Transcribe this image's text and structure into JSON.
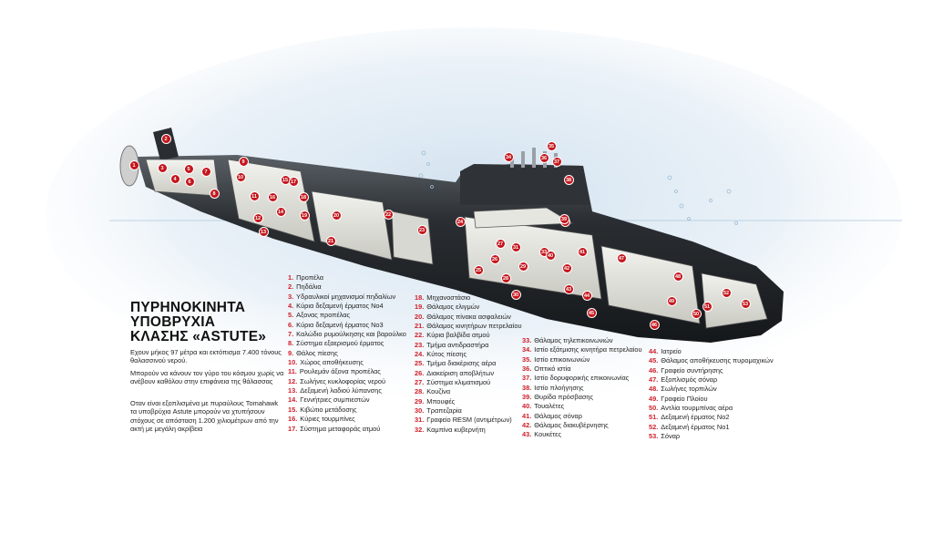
{
  "title_lines": [
    "ΠΥΡΗΝΟΚΙΝΗΤΑ",
    "ΥΠΟΒΡΥΧΙΑ",
    "ΚΛΑΣΗΣ «ASTUTE»"
  ],
  "descriptions": [
    "Εχουν μήκος 97 μέτρα και εκτόπισμα 7.400 τόνους θαλασσινού νερού.",
    "Μπορούν να κάνουν τον γύρο του κόσμου χωρίς να ανέβουν καθόλου στην επιφάνεια της θάλασσας",
    "Οταν είναι εξοπλισμένα με πυραύλους Tomahawk τα υποβρύχια Astute μπορούν να χτυπήσουν στόχους σε απόσταση 1.200 χιλιομέτρων από την ακτή με μεγάλη ακρίβεια"
  ],
  "legend_columns": [
    [
      {
        "n": "1.",
        "t": "Προπέλα"
      },
      {
        "n": "2.",
        "t": "Πηδάλια"
      },
      {
        "n": "3.",
        "t": "Υδραυλικοί μηχανισμοί πηδαλίων"
      },
      {
        "n": "4.",
        "t": "Κύρια δεξαμενή έρματος No4"
      },
      {
        "n": "5.",
        "t": "Αξονας προπέλας"
      },
      {
        "n": "6.",
        "t": "Κύρια δεξαμενή έρματος No3"
      },
      {
        "n": "7.",
        "t": "Καλώδιο ρυμούλκησης και βαρούλκο"
      },
      {
        "n": "8.",
        "t": "Σύστημα εξαερισμού έρματος"
      },
      {
        "n": "9.",
        "t": "Θάλος πίεσης"
      },
      {
        "n": "10.",
        "t": "Χώρος αποθήκευσης"
      },
      {
        "n": "11.",
        "t": "Ρουλεμάν άξονα προπέλας"
      },
      {
        "n": "12.",
        "t": "Σωλήνες κυκλοφορίας νερού"
      },
      {
        "n": "13.",
        "t": "Δεξαμενή λαδιού λύπανσης"
      },
      {
        "n": "14.",
        "t": "Γεννήτριες συμπιεστών"
      },
      {
        "n": "15.",
        "t": "Κιβώτιο μετάδοσης"
      },
      {
        "n": "16.",
        "t": "Κύριες τουρμπίνες"
      },
      {
        "n": "17.",
        "t": "Σύστημα μεταφοράς ατμού"
      }
    ],
    [
      {
        "n": "18.",
        "t": "Μηχανοστάσιο"
      },
      {
        "n": "19.",
        "t": "Θάλαμος ελιγμών"
      },
      {
        "n": "20.",
        "t": "Θάλαμος πίνακα ασφαλειών"
      },
      {
        "n": "21.",
        "t": "Θάλαμος κινητήρων πετρελαίου"
      },
      {
        "n": "22.",
        "t": "Κύρια βαλβίδα ατμού"
      },
      {
        "n": "23.",
        "t": "Τμήμα αντιδραστήρα"
      },
      {
        "n": "24.",
        "t": "Κύτος πίεσης"
      },
      {
        "n": "25.",
        "t": "Τμήμα διακέρισης αέρα"
      },
      {
        "n": "26.",
        "t": "Διακείριση αποβλήτων"
      },
      {
        "n": "27.",
        "t": "Σύστημα κλιματισμού"
      },
      {
        "n": "28.",
        "t": "Κουζίνα"
      },
      {
        "n": "29.",
        "t": "Μπουφές"
      },
      {
        "n": "30.",
        "t": "Τραπεζαρία"
      },
      {
        "n": "31.",
        "t": "Γραφείο RESM (αντιμέτρων)"
      },
      {
        "n": "32.",
        "t": "Καμπίνα κυβερνήτη"
      }
    ],
    [
      {
        "n": "33.",
        "t": "Θάλαμος τηλεπικοινωνιών"
      },
      {
        "n": "34.",
        "t": "Ιστίο εξάτμισης κινητήρα πετρελαίου"
      },
      {
        "n": "35.",
        "t": "Ιστίο επικοινωνιών"
      },
      {
        "n": "36.",
        "t": "Οπτικό ιστία"
      },
      {
        "n": "37.",
        "t": "Ιστίο δορυφορικής επικοινωνίας"
      },
      {
        "n": "38.",
        "t": "Ιστίο πλοήγησης"
      },
      {
        "n": "39.",
        "t": "Θυρίδα πρόσβασης"
      },
      {
        "n": "40.",
        "t": "Τουαλέτες"
      },
      {
        "n": "41.",
        "t": "Θάλαμος σόναρ"
      },
      {
        "n": "42.",
        "t": "Θάλαμος διακυβέρνησης"
      },
      {
        "n": "43.",
        "t": "Κουκέτες"
      }
    ],
    [
      {
        "n": "44.",
        "t": "Ιατρείο"
      },
      {
        "n": "45.",
        "t": "Θάλαμος αποθήκευσης πυρομαχικών"
      },
      {
        "n": "46.",
        "t": "Γραφείο συντήρησης"
      },
      {
        "n": "47.",
        "t": "Εξοπλισμός σόναρ"
      },
      {
        "n": "48.",
        "t": "Σωλήνες τορπιλών"
      },
      {
        "n": "49.",
        "t": "Γραφείο Πλοίου"
      },
      {
        "n": "50.",
        "t": "Αντλία τουρμπίνας αέρα"
      },
      {
        "n": "51.",
        "t": "Δεξαμενή έρματος No2"
      },
      {
        "n": "52.",
        "t": "Δεξαμενή έρματος No1"
      },
      {
        "n": "53.",
        "t": "Σόναρ"
      }
    ]
  ],
  "markers": [
    "1",
    "2",
    "3",
    "4",
    "5",
    "6",
    "7",
    "8",
    "9",
    "10",
    "11",
    "12",
    "13",
    "14",
    "15",
    "16",
    "17",
    "18",
    "19",
    "20",
    "21",
    "22",
    "23",
    "24",
    "25",
    "26",
    "27",
    "28",
    "29",
    "30",
    "31",
    "32",
    "33",
    "34",
    "35",
    "36",
    "37",
    "38",
    "39",
    "40",
    "41",
    "42",
    "43",
    "44",
    "45",
    "46",
    "47",
    "48",
    "49",
    "50",
    "51",
    "52",
    "53"
  ],
  "colors": {
    "accent": "#c4161c",
    "hull": "#2b2f33",
    "water": "#cfe0ee",
    "legend_number": "#d0202a"
  }
}
